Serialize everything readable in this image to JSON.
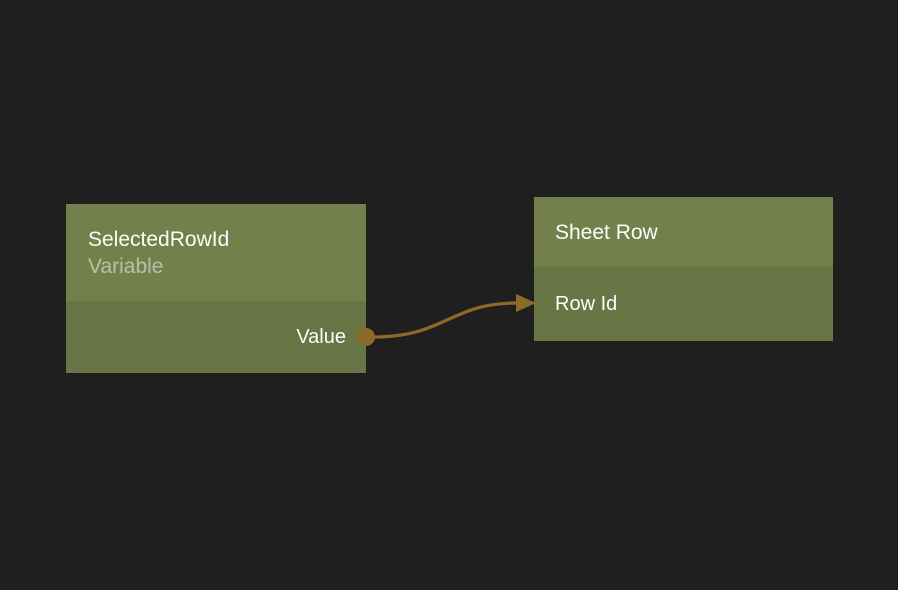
{
  "colors": {
    "background": "#201F1F",
    "node-header": "#74804B",
    "node-body": "#687645",
    "wire": "#8E6A2A",
    "title-text": "#FCFCFB",
    "subtitle-text": "#B9C0AA"
  },
  "nodes": {
    "variable": {
      "title": "SelectedRowId",
      "subtitle": "Variable",
      "ports": {
        "output": "Value"
      }
    },
    "sheet_row": {
      "title": "Sheet Row",
      "ports": {
        "input": "Row Id"
      }
    }
  }
}
